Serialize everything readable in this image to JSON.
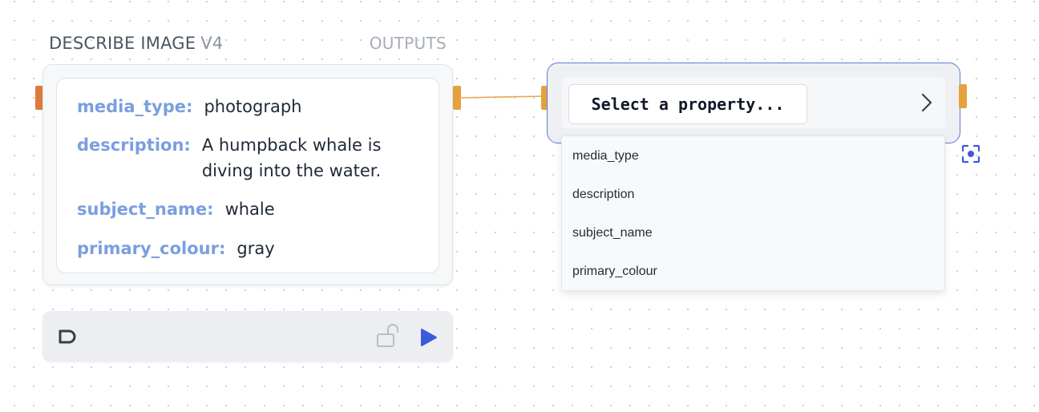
{
  "node": {
    "title": "DESCRIBE IMAGE",
    "version": "V4",
    "outputs_label": "OUTPUTS",
    "fields": [
      {
        "key": "media_type:",
        "value": "photograph"
      },
      {
        "key": "description:",
        "value_line1": "A humpback whale is",
        "value_line2": "diving into the water."
      },
      {
        "key": "subject_name:",
        "value": "whale"
      },
      {
        "key": "primary_colour:",
        "value": "gray"
      }
    ]
  },
  "toolbar": {
    "icons": [
      "refresh-icon",
      "unlock-icon",
      "play-icon"
    ]
  },
  "select_node": {
    "button_label": "Select a property...",
    "options": [
      "media_type",
      "description",
      "subject_name",
      "primary_colour"
    ]
  },
  "colors": {
    "accent_blue": "#3b5bdb",
    "key_blue": "#7a9fe0",
    "port_orange": "#e4a23c",
    "connector": "#e6a84a"
  }
}
